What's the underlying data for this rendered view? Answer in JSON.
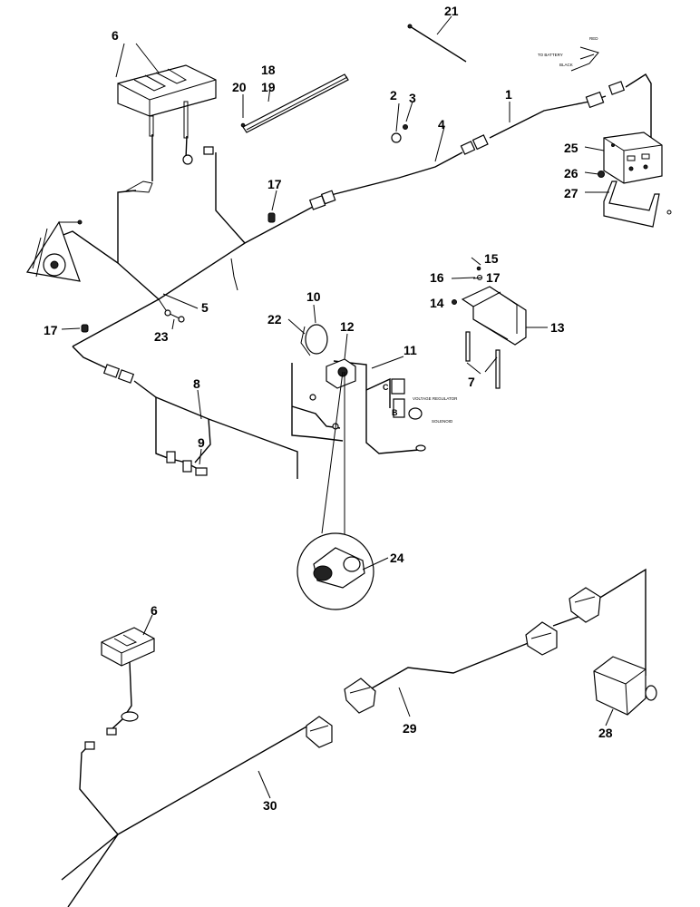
{
  "callouts": {
    "c1": "1",
    "c2": "2",
    "c3": "3",
    "c4": "4",
    "c5": "5",
    "c6a": "6",
    "c6b": "6",
    "c7": "7",
    "c8": "8",
    "c9": "9",
    "c10": "10",
    "c11": "11",
    "c12": "12",
    "c13": "13",
    "c14": "14",
    "c15": "15",
    "c16": "16",
    "c17a": "17",
    "c17b": "17",
    "c17c": "17",
    "c18": "18",
    "c19": "19",
    "c20": "20",
    "c21": "21",
    "c22": "22",
    "c23": "23",
    "c24": "24",
    "c25": "25",
    "c26": "26",
    "c27": "27",
    "c28": "28",
    "c29": "29",
    "c30": "30"
  },
  "small_labels": {
    "to_battery": "TO BATTERY",
    "black": "BLACK",
    "red": "RED",
    "voltage_regulator": "VOLTAGE REGULATOR",
    "solenoid": "SOLENOID",
    "terminal_c": "C",
    "terminal_b": "B"
  }
}
